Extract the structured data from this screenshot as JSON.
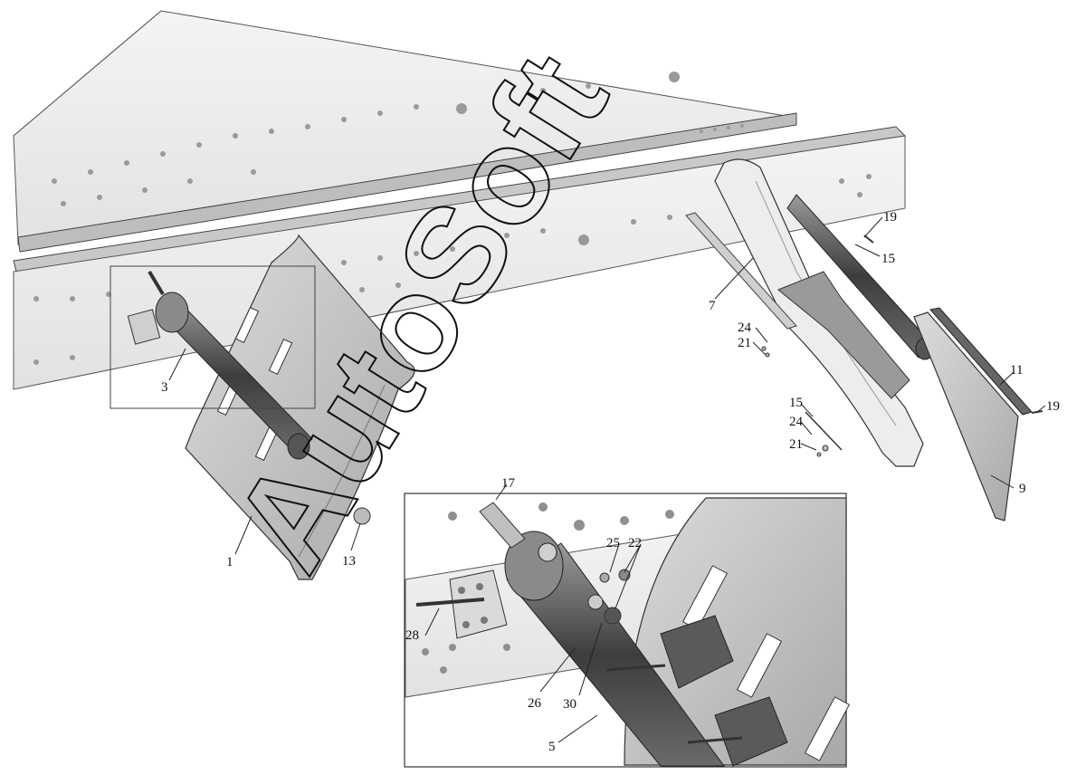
{
  "watermark": {
    "text": "AutoSoft"
  },
  "callouts": [
    {
      "id": "c1",
      "text": "1"
    },
    {
      "id": "c3",
      "text": "3"
    },
    {
      "id": "c13",
      "text": "13"
    },
    {
      "id": "c7",
      "text": "7"
    },
    {
      "id": "c24a",
      "text": "24"
    },
    {
      "id": "c21a",
      "text": "21"
    },
    {
      "id": "c19a",
      "text": "19"
    },
    {
      "id": "c15a",
      "text": "15"
    },
    {
      "id": "c11",
      "text": "11"
    },
    {
      "id": "c19b",
      "text": "19"
    },
    {
      "id": "c15b",
      "text": "15"
    },
    {
      "id": "c24b",
      "text": "24"
    },
    {
      "id": "c21b",
      "text": "21"
    },
    {
      "id": "c9",
      "text": "9"
    },
    {
      "id": "c17",
      "text": "17"
    },
    {
      "id": "c25",
      "text": "25"
    },
    {
      "id": "c22",
      "text": "22"
    },
    {
      "id": "c28",
      "text": "28"
    },
    {
      "id": "c26",
      "text": "26"
    },
    {
      "id": "c30",
      "text": "30"
    },
    {
      "id": "c5",
      "text": "5"
    }
  ],
  "colors": {
    "line": "#2b2b2b",
    "metal": "#e6e6e6",
    "shadow": "#b5b5b5",
    "dark": "#555555"
  }
}
